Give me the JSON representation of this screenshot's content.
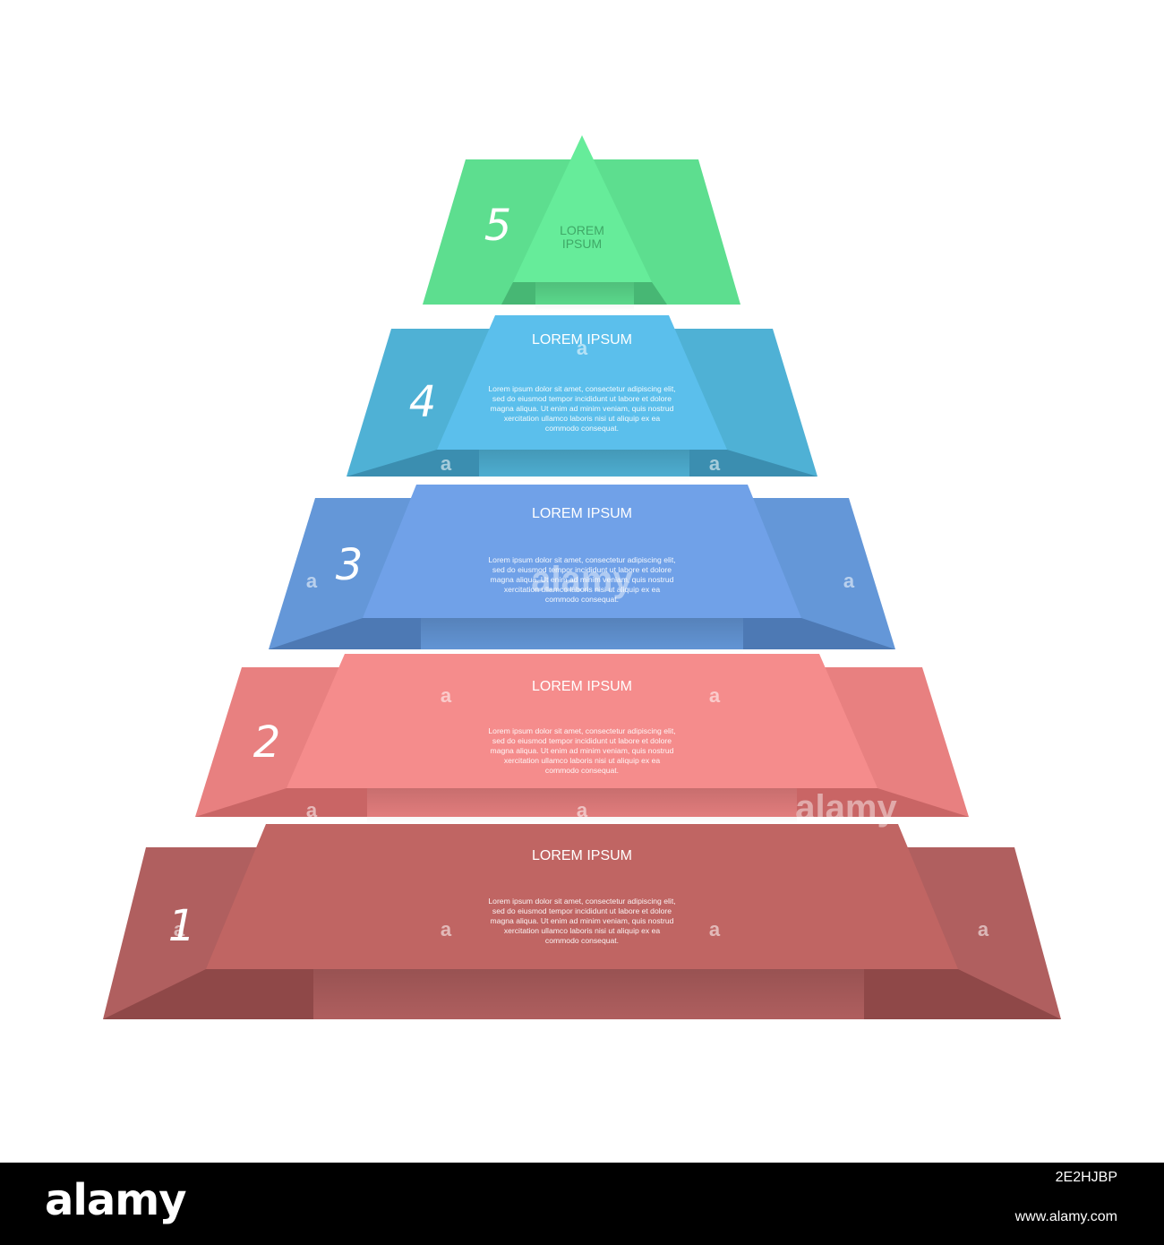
{
  "levels": [
    {
      "number": "5",
      "title": "LOREM IPSUM",
      "title_lines": [
        "LOREM",
        "IPSUM"
      ],
      "body": [],
      "colors": {
        "back": "#5dde8f",
        "front": "#66ec9a",
        "fold": "#47b774",
        "title": "#3fa867"
      }
    },
    {
      "number": "4",
      "title": "LOREM IPSUM",
      "body": [
        "Lorem ipsum dolor sit amet, consectetur adipiscing elit,",
        "sed do eiusmod tempor incididunt ut labore et dolore",
        "magna aliqua. Ut enim ad minim veniam, quis nostrud",
        "xercitation ullamco laboris nisi ut aliquip ex ea",
        "commodo consequat."
      ],
      "colors": {
        "back": "#4fb1d5",
        "front": "#5bbfec",
        "fold": "#3b8eb0",
        "title": "#ffffff"
      }
    },
    {
      "number": "3",
      "title": "LOREM IPSUM",
      "body": [
        "Lorem ipsum dolor sit amet, consectetur adipiscing elit,",
        "sed do eiusmod tempor incididunt ut labore et dolore",
        "magna aliqua. Ut enim ad minim veniam, quis nostrud",
        "xercitation ullamco laboris nisi ut aliquip ex ea",
        "commodo consequat."
      ],
      "colors": {
        "back": "#6497d8",
        "front": "#70a1e8",
        "fold": "#4d79b4",
        "title": "#ffffff"
      }
    },
    {
      "number": "2",
      "title": "LOREM IPSUM",
      "body": [
        "Lorem ipsum dolor sit amet, consectetur adipiscing elit,",
        "sed do eiusmod tempor incididunt ut labore et dolore",
        "magna aliqua. Ut enim ad minim veniam, quis nostrud",
        "xercitation ullamco laboris nisi ut aliquip ex ea",
        "commodo consequat."
      ],
      "colors": {
        "back": "#e88080",
        "front": "#f58c8c",
        "fold": "#c96565",
        "title": "#ffffff"
      }
    },
    {
      "number": "1",
      "title": "LOREM IPSUM",
      "body": [
        "Lorem ipsum dolor sit amet, consectetur adipiscing elit,",
        "sed do eiusmod tempor incididunt ut labore et dolore",
        "magna aliqua. Ut enim ad minim veniam, quis nostrud",
        "xercitation ullamco laboris nisi ut aliquip ex ea",
        "commodo consequat."
      ],
      "colors": {
        "back": "#b05f5f",
        "front": "#c06563",
        "fold": "#8f4848",
        "title": "#ffffff"
      }
    }
  ],
  "watermark": {
    "word": "alamy",
    "glyph": "a"
  },
  "footer": {
    "logo": "alamy",
    "image_id": "2E2HJBP",
    "site": "www.alamy.com"
  }
}
